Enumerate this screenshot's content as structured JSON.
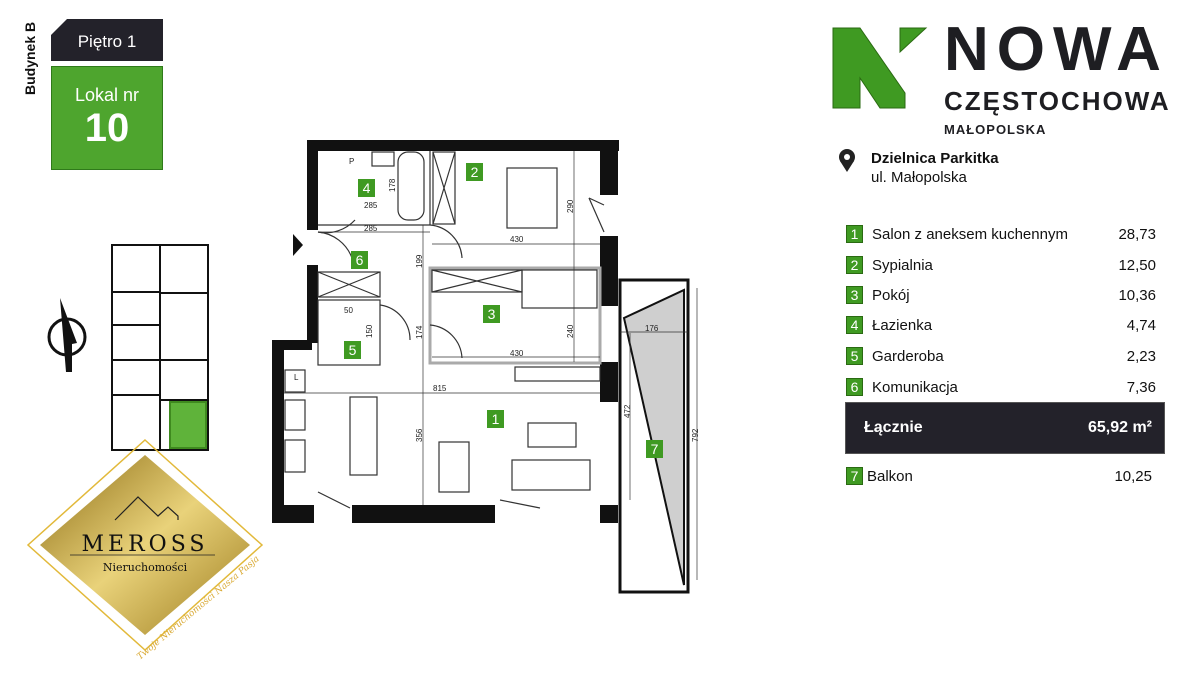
{
  "header": {
    "building": "Budynek B",
    "floor": "Piętro 1",
    "unit_label": "Lokal nr",
    "unit_number": "10"
  },
  "brand": {
    "line1": "NOWA",
    "line2": "CZĘSTOCHOWA",
    "line3": "MAŁOPOLSKA",
    "accent": "#3f9a22"
  },
  "address": {
    "district": "Dzielnica Parkitka",
    "street": "ul. Małopolska"
  },
  "rooms": [
    {
      "num": "1",
      "name": "Salon z aneksem kuchennym",
      "area": "28,73"
    },
    {
      "num": "2",
      "name": "Sypialnia",
      "area": "12,50"
    },
    {
      "num": "3",
      "name": "Pokój",
      "area": "10,36"
    },
    {
      "num": "4",
      "name": "Łazienka",
      "area": "4,74"
    },
    {
      "num": "5",
      "name": "Garderoba",
      "area": "2,23"
    },
    {
      "num": "6",
      "name": "Komunikacja",
      "area": "7,36"
    }
  ],
  "total": {
    "label": "Łącznie",
    "value": "65,92 m²"
  },
  "balcony": {
    "num": "7",
    "name": "Balkon",
    "area": "10,25"
  },
  "plan": {
    "dims": [
      "285",
      "285",
      "178",
      "290",
      "430",
      "199",
      "50",
      "150",
      "174",
      "240",
      "430",
      "815",
      "356",
      "176",
      "472",
      "792"
    ],
    "symbols": {
      "p": "P",
      "l": "L"
    }
  },
  "watermark": {
    "name": "MEROSS",
    "sub": "Nieruchomości",
    "slogan": "Twoje Nieruchomości Nasza Pasja"
  }
}
